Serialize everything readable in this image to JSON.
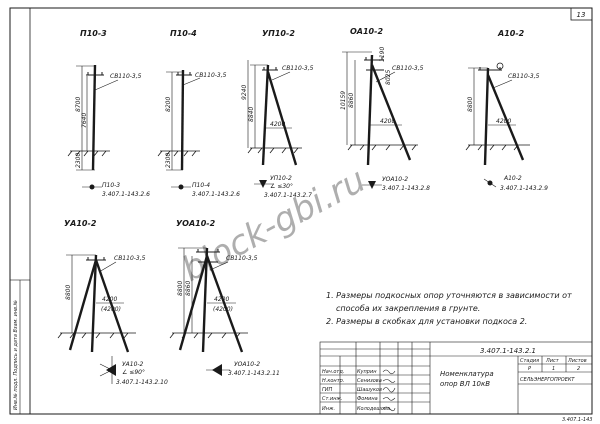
{
  "page_number": "13",
  "watermark": "block-gbi.ru",
  "poles_top": [
    {
      "title": "П10-3",
      "height": "8700",
      "top_dim": "7640",
      "bottom_dim": "2300",
      "wire": "СВ110-3,5",
      "code": "П10-3",
      "series": "3.407.1-143.2.6"
    },
    {
      "title": "П10-4",
      "height": "8200",
      "top_dim": "",
      "bottom_dim": "2300",
      "wire": "СВ110-3,5",
      "code": "П10-4",
      "series": "3.407.1-143.2.6"
    },
    {
      "title": "УП10-2",
      "height": "8840",
      "top_dim": "9240",
      "strut_dim": "4200",
      "wire": "СВ110-3,5",
      "code": "УП10-2",
      "angle": "∠ ≤30°",
      "series": "3.407.1-143.2.7"
    },
    {
      "title": "ОА10-2",
      "height": "10159",
      "top_dim": "8860",
      "extra_dim": "1190",
      "side_dim": "8025",
      "strut_dim": "4200",
      "wire": "СВ110-3,5",
      "code": "УОА10-2",
      "series": "3.407.1-143.2.8"
    },
    {
      "title": "А10-2",
      "height": "8800",
      "strut_dim": "4200",
      "wire": "СВ110-3,5",
      "code": "А10-2",
      "series": "3.407.1-143.2.9"
    }
  ],
  "poles_bottom": [
    {
      "title": "УА10-2",
      "height": "8800",
      "strut_dim": "4200",
      "strut_dim2": "(4200)",
      "wire": "СВ110-3,5",
      "code": "УА10-2",
      "angle": "∠ ≤90°",
      "series": "3.407.1-143.2.10"
    },
    {
      "title": "УОА10-2",
      "height": "8800",
      "top_dim": "8860",
      "strut_dim": "4200",
      "strut_dim2": "(4200)",
      "wire": "СВ110-3,5",
      "code": "УОА10-2",
      "series": "3.407.1-143.2.11"
    }
  ],
  "notes": [
    "1. Размеры подкосных опор уточняются в зависимости от",
    "способа их закрепления в грунте.",
    "2. Размеры в скобках для установки подкоса 2."
  ],
  "side_stamp": "Инв.№ подл.  Подпись и дата  Взам. инв.№",
  "stamp": {
    "doc_code": "3.407.1-143.2.1",
    "title_line1": "Номенклатура",
    "title_line2": "опор ВЛ 10кВ",
    "stage_label": "Стадия",
    "sheet_label": "Лист",
    "sheets_label": "Листов",
    "stage": "Р",
    "sheet": "1",
    "sheets": "2",
    "org": "СЕЛЬЭНЕРГОПРОЕКТ",
    "rows": [
      {
        "role": "Нач.отд.",
        "name": "Куприн"
      },
      {
        "role": "Н.контр.",
        "name": "Сенизова"
      },
      {
        "role": "ГИП",
        "name": "Шашуков"
      },
      {
        "role": "Ст.инж.",
        "name": "Фомина"
      },
      {
        "role": "Инж.",
        "name": "Колодешова"
      }
    ]
  },
  "footer_code": "3.407.1-143"
}
